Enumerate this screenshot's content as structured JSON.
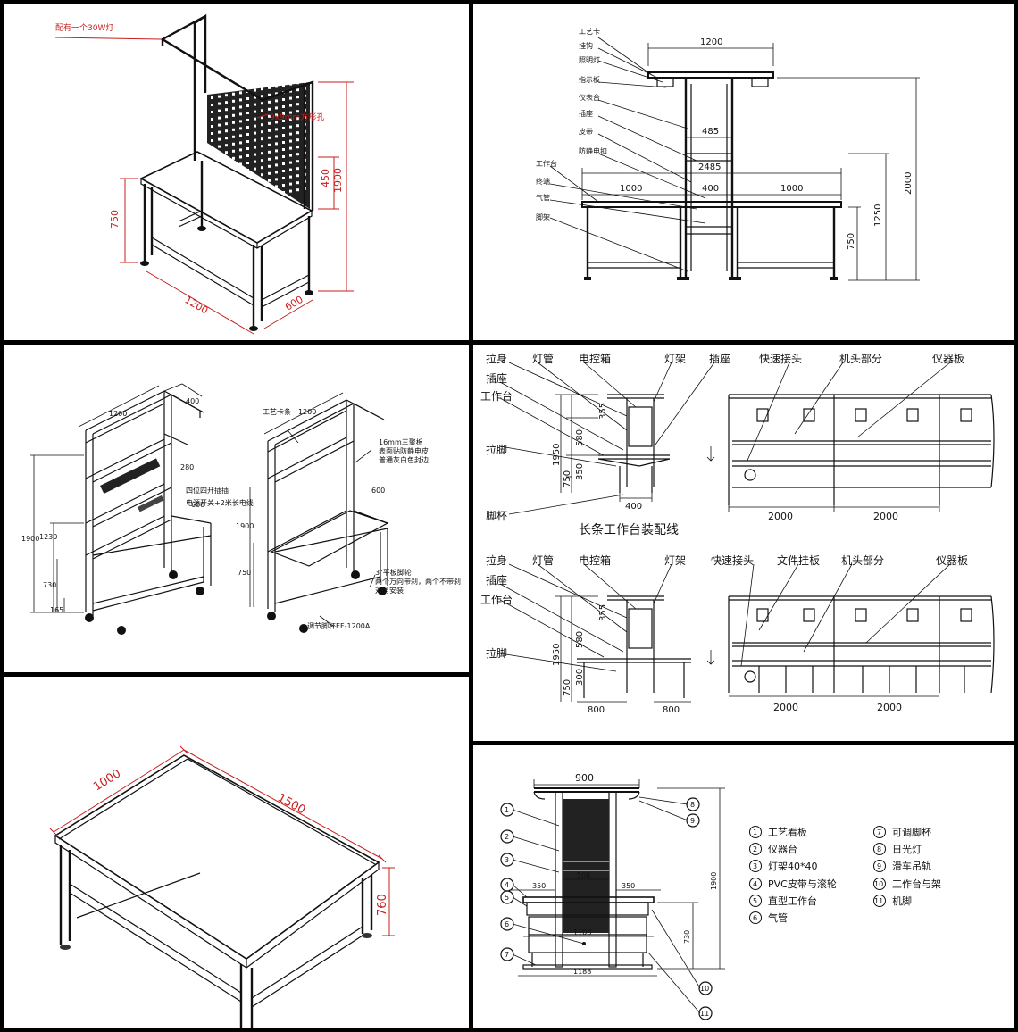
{
  "p1": {
    "lamp_note": "配有一个30W灯",
    "hole_note": "9x9mm方形孔",
    "dim_height": "1900",
    "dim_board": "450",
    "dim_table": "750",
    "dim_length": "1200",
    "dim_depth": "600"
  },
  "p2": {
    "labels": [
      "工艺卡",
      "挂钩",
      "照明灯",
      "指示板",
      "仪表台",
      "插座",
      "皮带",
      "防静电扣",
      "工作台",
      "终端",
      "气管",
      "脚架"
    ],
    "dim_top": "1200",
    "dim_485": "485",
    "dim_2485": "2485",
    "dim_1000a": "1000",
    "dim_400": "400",
    "dim_1000b": "1000",
    "dim_2000": "2000",
    "dim_1250": "1250",
    "dim_750": "750"
  },
  "p3": {
    "left": {
      "dim_1200": "1200",
      "dim_400": "400",
      "dim_280": "280",
      "dim_600": "600",
      "dim_1900": "1900",
      "dim_1230": "1230",
      "dim_730": "730",
      "dim_165": "165",
      "note_socket": "四位四开插插",
      "note_switch": "电源开关+2米长电线"
    },
    "right": {
      "label_card": "工艺卡条",
      "dim_1200": "1200",
      "dim_1900": "1900",
      "dim_750": "750",
      "dim_600": "600",
      "note_board": "16mm三聚板",
      "note_board2": "表面贴防静电皮",
      "note_board3": "普通灰白色封边",
      "note_wheel": "3\"平板脚轮",
      "note_wheel2": "两个万向带刹，两个不带刹",
      "note_wheel3": "对角安装",
      "note_foot": "调节脚杯EF-1200A"
    }
  },
  "p4": {
    "top_labels": [
      "拉身",
      "灯管",
      "电控箱",
      "灯架",
      "插座",
      "快速接头",
      "机头部分",
      "仪器板"
    ],
    "top_left_labels": [
      "插座",
      "工作台",
      "拉脚",
      "脚杯"
    ],
    "top_dims": {
      "d355": "355",
      "d580": "580",
      "d1950": "1950",
      "d350": "350",
      "d750": "750",
      "d400": "400",
      "d2000a": "2000",
      "d2000b": "2000"
    },
    "title": "长条工作台装配线",
    "bottom_labels": [
      "拉身",
      "灯管",
      "电控箱",
      "灯架",
      "快速接头",
      "文件挂板",
      "机头部分",
      "仪器板"
    ],
    "bottom_left_labels": [
      "插座",
      "工作台",
      "拉脚"
    ],
    "bottom_dims": {
      "d355": "355",
      "d580": "580",
      "d1950": "1950",
      "d300": "300",
      "d750": "750",
      "d800a": "800",
      "d800b": "800",
      "d2000a": "2000",
      "d2000b": "2000"
    }
  },
  "p5": {
    "dim_length": "1500",
    "dim_depth": "1000",
    "dim_height": "760"
  },
  "p6": {
    "dim_900": "900",
    "dim_508": "508",
    "dim_350a": "350",
    "dim_350b": "350",
    "dim_1108": "1108",
    "dim_1188": "1188",
    "dim_1900": "1900",
    "dim_730": "730",
    "legend_left": [
      {
        "num": "1",
        "text": "工艺看板"
      },
      {
        "num": "2",
        "text": "仪器台"
      },
      {
        "num": "3",
        "text": "灯架40*40"
      },
      {
        "num": "4",
        "text": "PVC皮带与滚轮"
      },
      {
        "num": "5",
        "text": "直型工作台"
      },
      {
        "num": "6",
        "text": "气管"
      }
    ],
    "legend_right": [
      {
        "num": "7",
        "text": "可调脚杯"
      },
      {
        "num": "8",
        "text": "日光灯"
      },
      {
        "num": "9",
        "text": "滑车吊轨"
      },
      {
        "num": "10",
        "text": "工作台与架"
      },
      {
        "num": "11",
        "text": "机脚"
      }
    ]
  }
}
